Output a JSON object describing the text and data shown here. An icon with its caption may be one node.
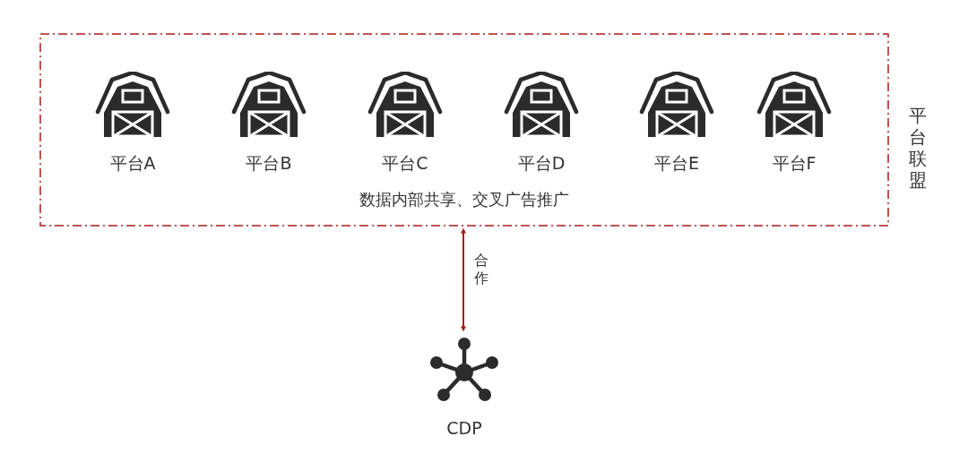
{
  "diagram": {
    "nodes": [
      {
        "text": [
          "平台联盟",
          "数据内部共享、交叉广告推广"
        ]
      },
      {
        "text": [
          "平台A"
        ],
        "in": 0
      },
      {
        "text": [
          "平台B"
        ],
        "in": 0
      },
      {
        "text": [
          "平台C"
        ],
        "in": 0
      },
      {
        "text": [
          "平台D"
        ],
        "in": 0
      },
      {
        "text": [
          "平台E"
        ],
        "in": 0
      },
      {
        "text": [
          "平台F"
        ],
        "in": 0
      },
      {
        "text": [
          "CDP"
        ]
      }
    ],
    "edges": [
      {
        "from": 0,
        "to": 7,
        "arrow": "both",
        "label": "合作",
        "color": "#a81b1b"
      }
    ]
  }
}
